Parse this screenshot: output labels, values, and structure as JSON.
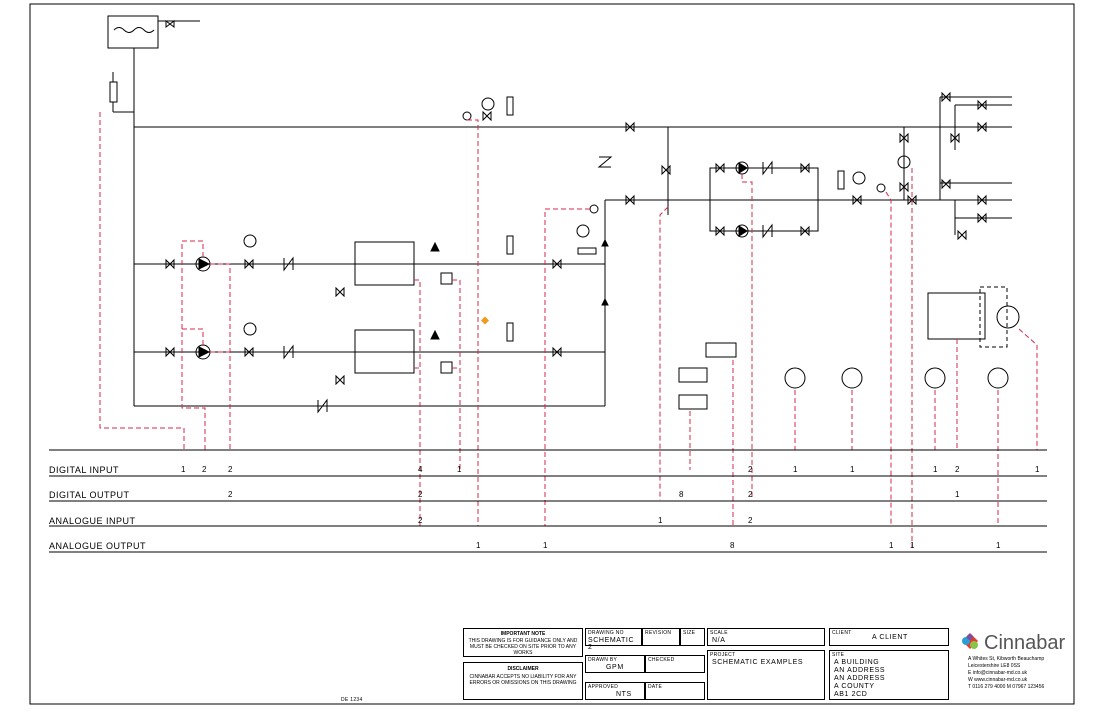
{
  "io_rows": [
    {
      "label": "DIGITAL INPUT"
    },
    {
      "label": "DIGITAL OUTPUT"
    },
    {
      "label": "ANALOGUE INPUT"
    },
    {
      "label": "ANALOGUE OUTPUT"
    }
  ],
  "io_counts": {
    "digital_input": [
      "1",
      "2",
      "2",
      "4",
      "1",
      "2",
      "1",
      "1",
      "1",
      "2",
      "1"
    ],
    "digital_output": [
      "2",
      "2",
      "8",
      "2",
      "1"
    ],
    "analogue_input": [
      "2",
      "1",
      "2"
    ],
    "analogue_output": [
      "1",
      "1",
      "8",
      "1",
      "1",
      "1"
    ]
  },
  "title_block": {
    "drawing_no_label": "DRAWING NO",
    "drawing_no": "SCHEMATIC 2",
    "revision_label": "REVISION",
    "sheet_label": "SIZE",
    "scale_label": "SCALE",
    "scale": "N/A",
    "drawn_label": "DRAWN BY",
    "drawn_by": "GPM",
    "checked_label": "CHECKED",
    "date_label": "DATE",
    "approved_label": "APPROVED",
    "approved": "NTS",
    "project_label": "PROJECT",
    "project": "SCHEMATIC EXAMPLES",
    "client_label": "CLIENT",
    "client": "A CLIENT",
    "address_label": "SITE",
    "address_lines": [
      "A BUILDING",
      "AN ADDRESS",
      "AN ADDRESS",
      "A COUNTY",
      "AB1 2CD"
    ],
    "note1_title": "IMPORTANT NOTE",
    "note1": "THIS DRAWING IS FOR GUIDANCE ONLY AND MUST BE CHECKED ON SITE PRIOR TO ANY WORKS",
    "note2_title": "DISCLAIMER",
    "note2": "CINNABAR ACCEPTS NO LIABILITY FOR ANY ERRORS OR OMISSIONS ON THIS DRAWING"
  },
  "company": {
    "name": "Cinnabar",
    "info_lines": [
      "A   Whites St, Kibworth Beauchamp",
      "     Leicestershire LE8 0SS",
      "E   info@cinnabar-md.co.uk",
      "W   www.cinnabar-md.co.uk",
      "T   0116 279 4000  M  07967 123456"
    ],
    "brand_colors": [
      "#e63b2e",
      "#f39a1e",
      "#8bc34a",
      "#2a9fd6",
      "#7b4fa0"
    ]
  },
  "footer_ref": "DE 1234"
}
